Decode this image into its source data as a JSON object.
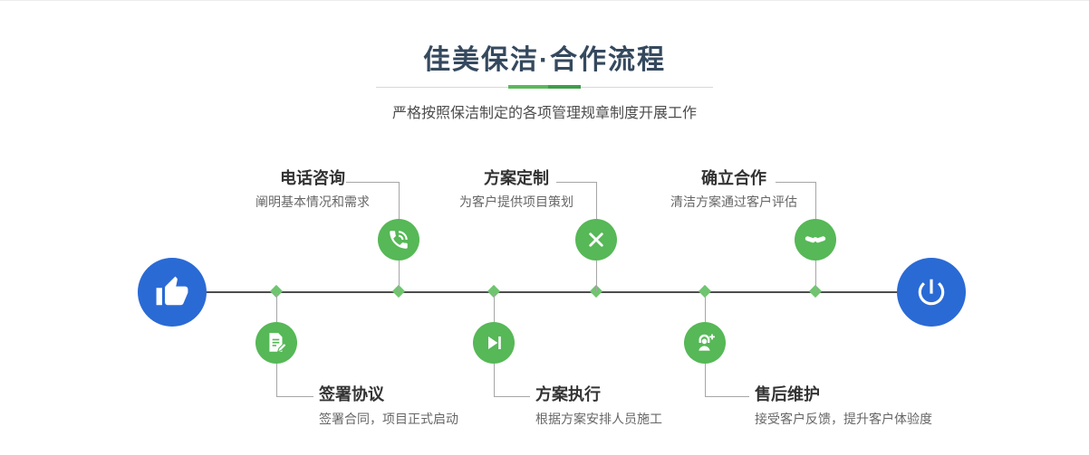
{
  "header": {
    "title": "佳美保洁·合作流程",
    "subtitle": "严格按照保洁制定的各项管理规章制度开展工作"
  },
  "steps": [
    {
      "title": "电话咨询",
      "desc": "阐明基本情况和需求",
      "icon": "phone-icon",
      "position": "top"
    },
    {
      "title": "方案定制",
      "desc": "为客户提供项目策划",
      "icon": "design-icon",
      "position": "top"
    },
    {
      "title": "确立合作",
      "desc": "清洁方案通过客户评估",
      "icon": "handshake-icon",
      "position": "top"
    },
    {
      "title": "签署协议",
      "desc": "签署合同，项目正式启动",
      "icon": "contract-icon",
      "position": "bottom"
    },
    {
      "title": "方案执行",
      "desc": "根据方案安排人员施工",
      "icon": "execution-icon",
      "position": "bottom"
    },
    {
      "title": "售后维护",
      "desc": "接受客户反馈，提升客户体验度",
      "icon": "support-icon",
      "position": "bottom"
    }
  ],
  "endpoints": {
    "start_icon": "hand-pointer-icon",
    "end_icon": "power-icon"
  },
  "colors": {
    "title_color": "#35495e",
    "accent_green": "#56b857",
    "accent_blue": "#2a6ad5",
    "timeline_color": "#4d4d4d"
  }
}
